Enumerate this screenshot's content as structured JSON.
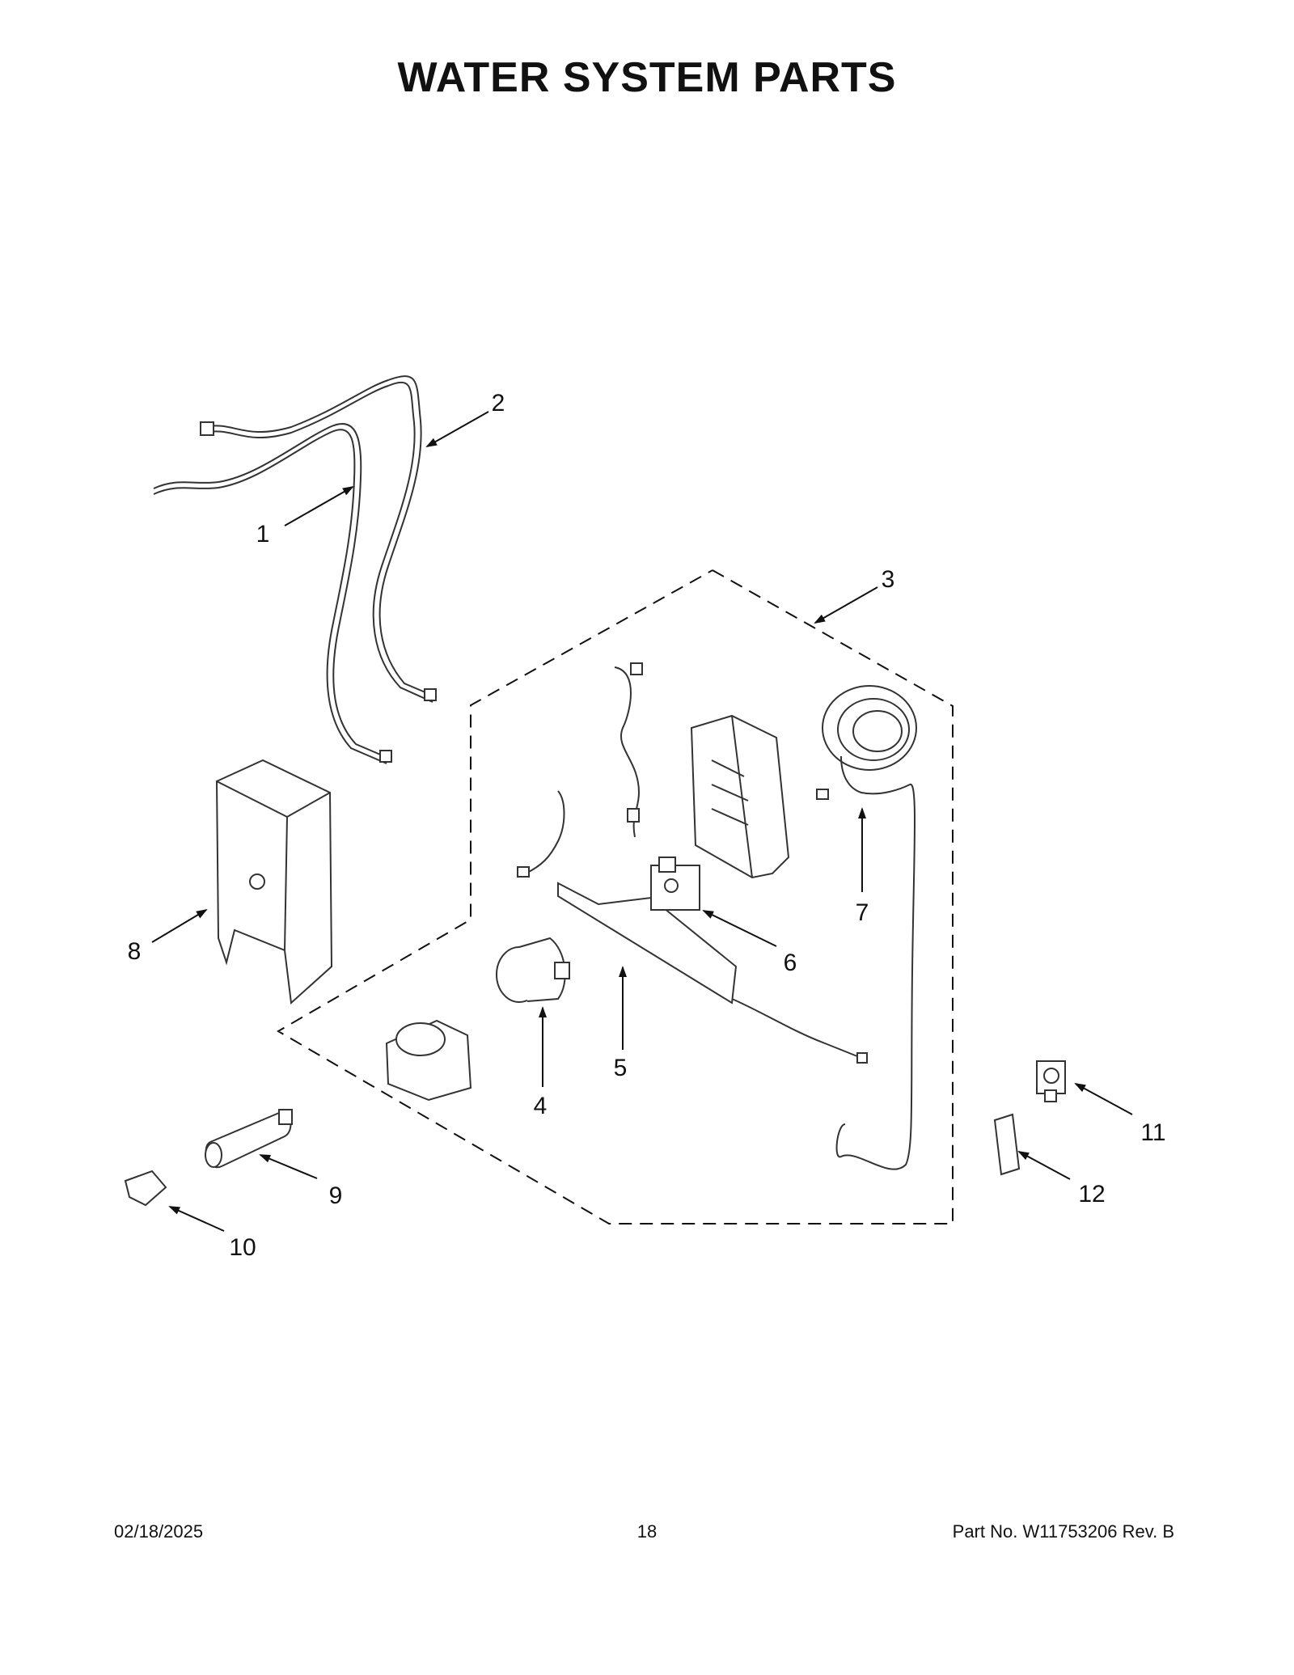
{
  "page": {
    "title": "WATER SYSTEM PARTS"
  },
  "callouts": [
    {
      "id": "1",
      "label": "1"
    },
    {
      "id": "2",
      "label": "2"
    },
    {
      "id": "3",
      "label": "3"
    },
    {
      "id": "4",
      "label": "4"
    },
    {
      "id": "5",
      "label": "5"
    },
    {
      "id": "6",
      "label": "6"
    },
    {
      "id": "7",
      "label": "7"
    },
    {
      "id": "8",
      "label": "8"
    },
    {
      "id": "9",
      "label": "9"
    },
    {
      "id": "10",
      "label": "10"
    },
    {
      "id": "11",
      "label": "11"
    },
    {
      "id": "12",
      "label": "12"
    }
  ],
  "footer": {
    "date": "02/18/2025",
    "page_number": "18",
    "part_info": "Part No.  W11753206  Rev.  B"
  }
}
